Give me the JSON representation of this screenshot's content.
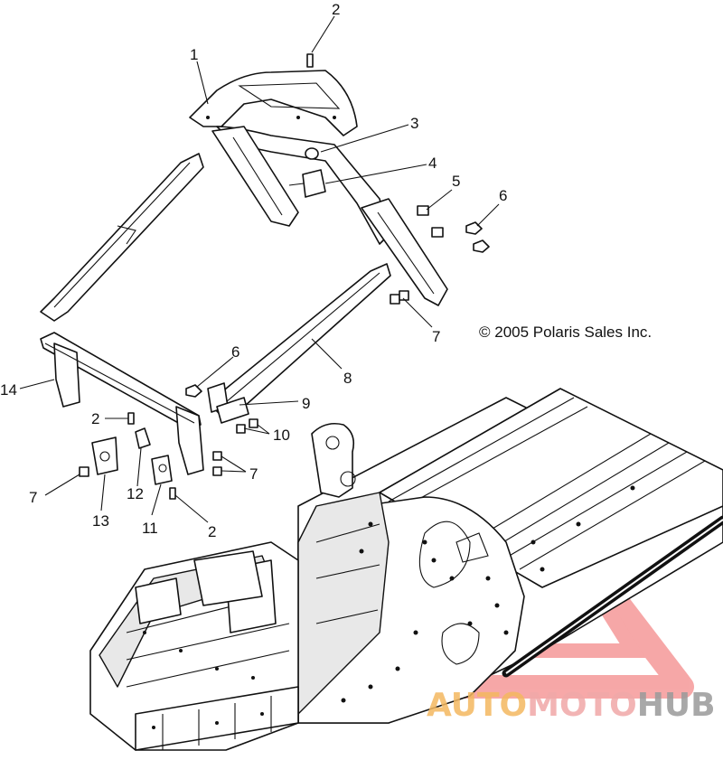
{
  "copyright": "© 2005 Polaris Sales Inc.",
  "callouts": [
    "1",
    "2",
    "3",
    "4",
    "5",
    "6",
    "7",
    "8",
    "9",
    "10",
    "11",
    "12",
    "13",
    "14",
    "6",
    "7",
    "7",
    "2",
    "2"
  ],
  "watermark": {
    "prefix": "AUTO",
    "middle": "MOTO",
    "suffix": "HUB",
    "colors": {
      "prefix": "#f4b860",
      "middle": "#f0a8a8",
      "suffix": "#9a9a9a",
      "triangle": "#f06060"
    }
  }
}
